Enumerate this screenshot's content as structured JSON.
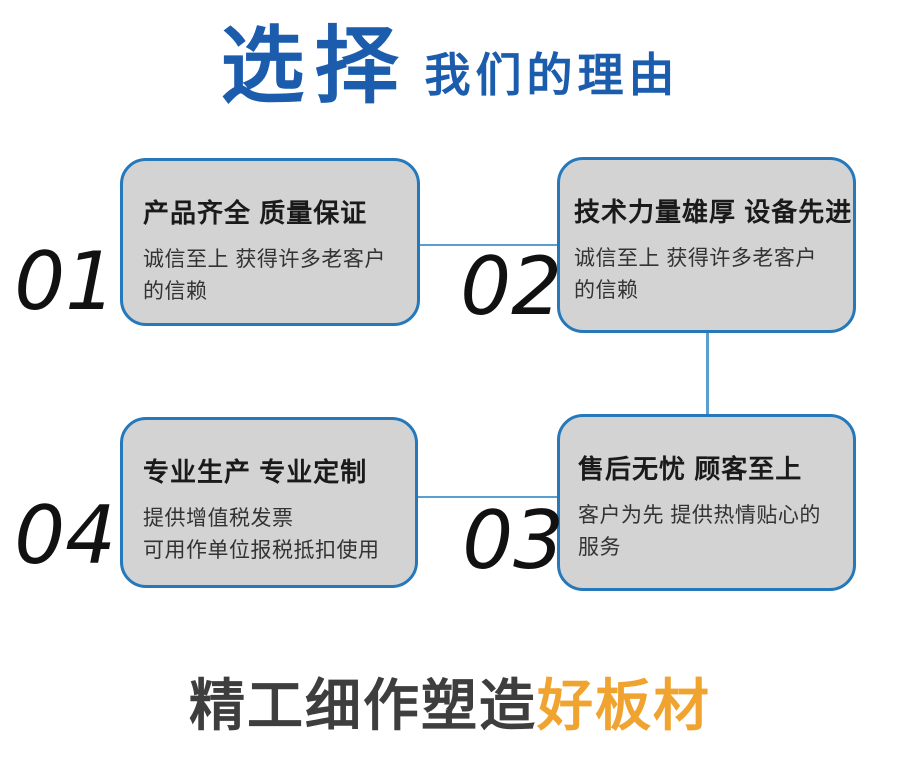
{
  "header": {
    "title_main": "选择",
    "title_sub": "我们的理由"
  },
  "cards": [
    {
      "number": "01",
      "title": "产品齐全 质量保证",
      "desc_line1": "诚信至上 获得许多老客户",
      "desc_line2": "的信赖"
    },
    {
      "number": "02",
      "title": "技术力量雄厚 设备先进",
      "desc_line1": "诚信至上 获得许多老客户",
      "desc_line2": "的信赖"
    },
    {
      "number": "04",
      "title": "专业生产 专业定制",
      "desc_line1": "提供增值税发票",
      "desc_line2": "可用作单位报税抵扣使用"
    },
    {
      "number": "03",
      "title": "售后无忧 顾客至上",
      "desc_line1": "客户为先 提供热情贴心的",
      "desc_line2": "服务"
    }
  ],
  "footer": {
    "text_gray": "精工细作塑造",
    "text_orange": "好板材"
  },
  "colors": {
    "title_blue": "#1b5cad",
    "card_border_blue": "#2578ba",
    "connector_blue": "#5b9fd0",
    "card_bg_gray": "#d3d3d3",
    "footer_gray": "#3e3e3e",
    "footer_orange": "#f0a32f"
  }
}
